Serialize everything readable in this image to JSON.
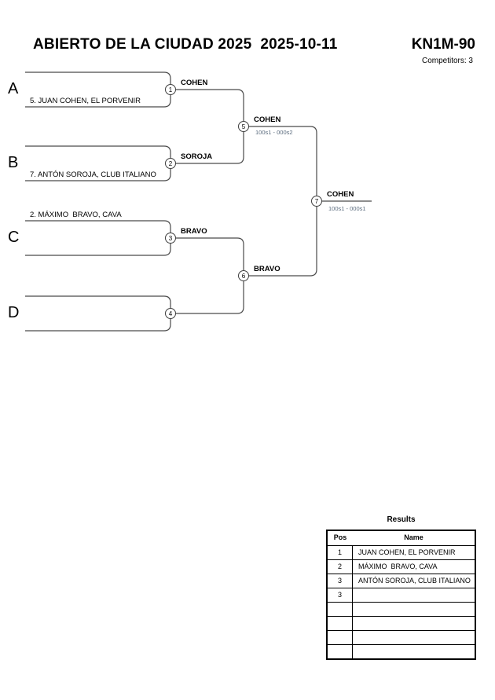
{
  "header": {
    "title": "ABIERTO DE LA CIUDAD 2025  2025-10-11",
    "category": "KN1M-90",
    "competitors_label": "Competitors: 3"
  },
  "bracket": {
    "sections": [
      {
        "letter": "A",
        "competitor": "5. JUAN COHEN, EL PORVENIR"
      },
      {
        "letter": "B",
        "competitor": "7. ANTÓN SOROJA, CLUB ITALIANO"
      },
      {
        "letter": "C",
        "competitor": "2. MÁXIMO  BRAVO, CAVA"
      },
      {
        "letter": "D",
        "competitor": ""
      }
    ],
    "matches": [
      {
        "number": "1",
        "winner": "COHEN",
        "score": ""
      },
      {
        "number": "2",
        "winner": "SOROJA",
        "score": ""
      },
      {
        "number": "3",
        "winner": "BRAVO",
        "score": ""
      },
      {
        "number": "4",
        "winner": "",
        "score": ""
      },
      {
        "number": "5",
        "winner": "COHEN",
        "score": "100s1 - 000s2"
      },
      {
        "number": "6",
        "winner": "BRAVO",
        "score": ""
      },
      {
        "number": "7",
        "winner": "COHEN",
        "score": "100s1 - 000s1"
      }
    ]
  },
  "results": {
    "title": "Results",
    "columns": {
      "pos": "Pos",
      "name": "Name"
    },
    "rows": [
      {
        "pos": "1",
        "name": "JUAN COHEN, EL PORVENIR"
      },
      {
        "pos": "2",
        "name": "MÁXIMO  BRAVO, CAVA"
      },
      {
        "pos": "3",
        "name": "ANTÓN SOROJA, CLUB ITALIANO"
      },
      {
        "pos": "3",
        "name": ""
      },
      {
        "pos": "",
        "name": ""
      },
      {
        "pos": "",
        "name": ""
      },
      {
        "pos": "",
        "name": ""
      },
      {
        "pos": "",
        "name": ""
      }
    ]
  },
  "colors": {
    "line": "#4a4a4a",
    "score_text": "#5a6b7d"
  }
}
